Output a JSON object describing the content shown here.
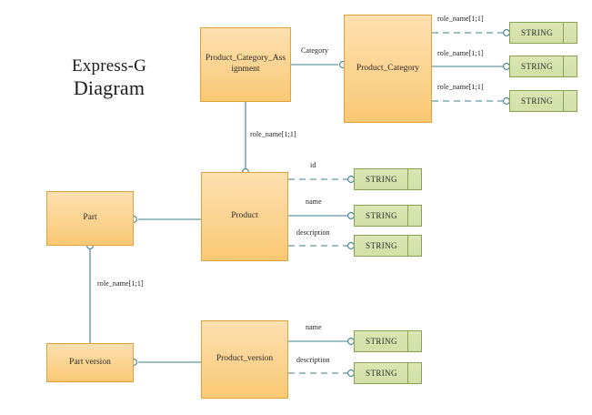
{
  "diagram": {
    "title_line1": "Express-G",
    "title_line2": "Diagram",
    "colors": {
      "entity_fill_top": "#fde0b0",
      "entity_fill_bottom": "#f9c873",
      "entity_border": "#e0a33c",
      "type_fill": "#d2dfa6",
      "type_border": "#8aa255",
      "connector": "#3d7f8e",
      "text": "#1b1b1b",
      "background": "#ffffff"
    }
  },
  "entities": [
    {
      "id": "product_category_assignment",
      "label": "Product_Category_Assignment"
    },
    {
      "id": "product_category",
      "label": "Product_Category"
    },
    {
      "id": "product",
      "label": "Product"
    },
    {
      "id": "part",
      "label": "Part"
    },
    {
      "id": "part_version",
      "label": "Part version"
    },
    {
      "id": "product_version",
      "label": "Product_version"
    }
  ],
  "types": [
    {
      "id": "string_pc_1",
      "label": "STRING"
    },
    {
      "id": "string_pc_2",
      "label": "STRING"
    },
    {
      "id": "string_pc_3",
      "label": "STRING"
    },
    {
      "id": "string_product_id",
      "label": "STRING"
    },
    {
      "id": "string_product_name",
      "label": "STRING"
    },
    {
      "id": "string_product_description",
      "label": "STRING"
    },
    {
      "id": "string_pv_name",
      "label": "STRING"
    },
    {
      "id": "string_pv_description",
      "label": "STRING"
    }
  ],
  "edge_labels": [
    {
      "id": "label_category",
      "text": "Category"
    },
    {
      "id": "label_pca_product",
      "text": "role_name[1;1]"
    },
    {
      "id": "label_pc_string_1",
      "text": "role_name[1;1]"
    },
    {
      "id": "label_pc_string_2",
      "text": "role_name[1;1]"
    },
    {
      "id": "label_pc_string_3",
      "text": "role_name[1;1]"
    },
    {
      "id": "label_product_id",
      "text": "id"
    },
    {
      "id": "label_product_name",
      "text": "name"
    },
    {
      "id": "label_product_description",
      "text": "description"
    },
    {
      "id": "label_part_partversion",
      "text": "role_name[1;1]"
    },
    {
      "id": "label_pv_name",
      "text": "name"
    },
    {
      "id": "label_pv_description",
      "text": "description"
    }
  ]
}
